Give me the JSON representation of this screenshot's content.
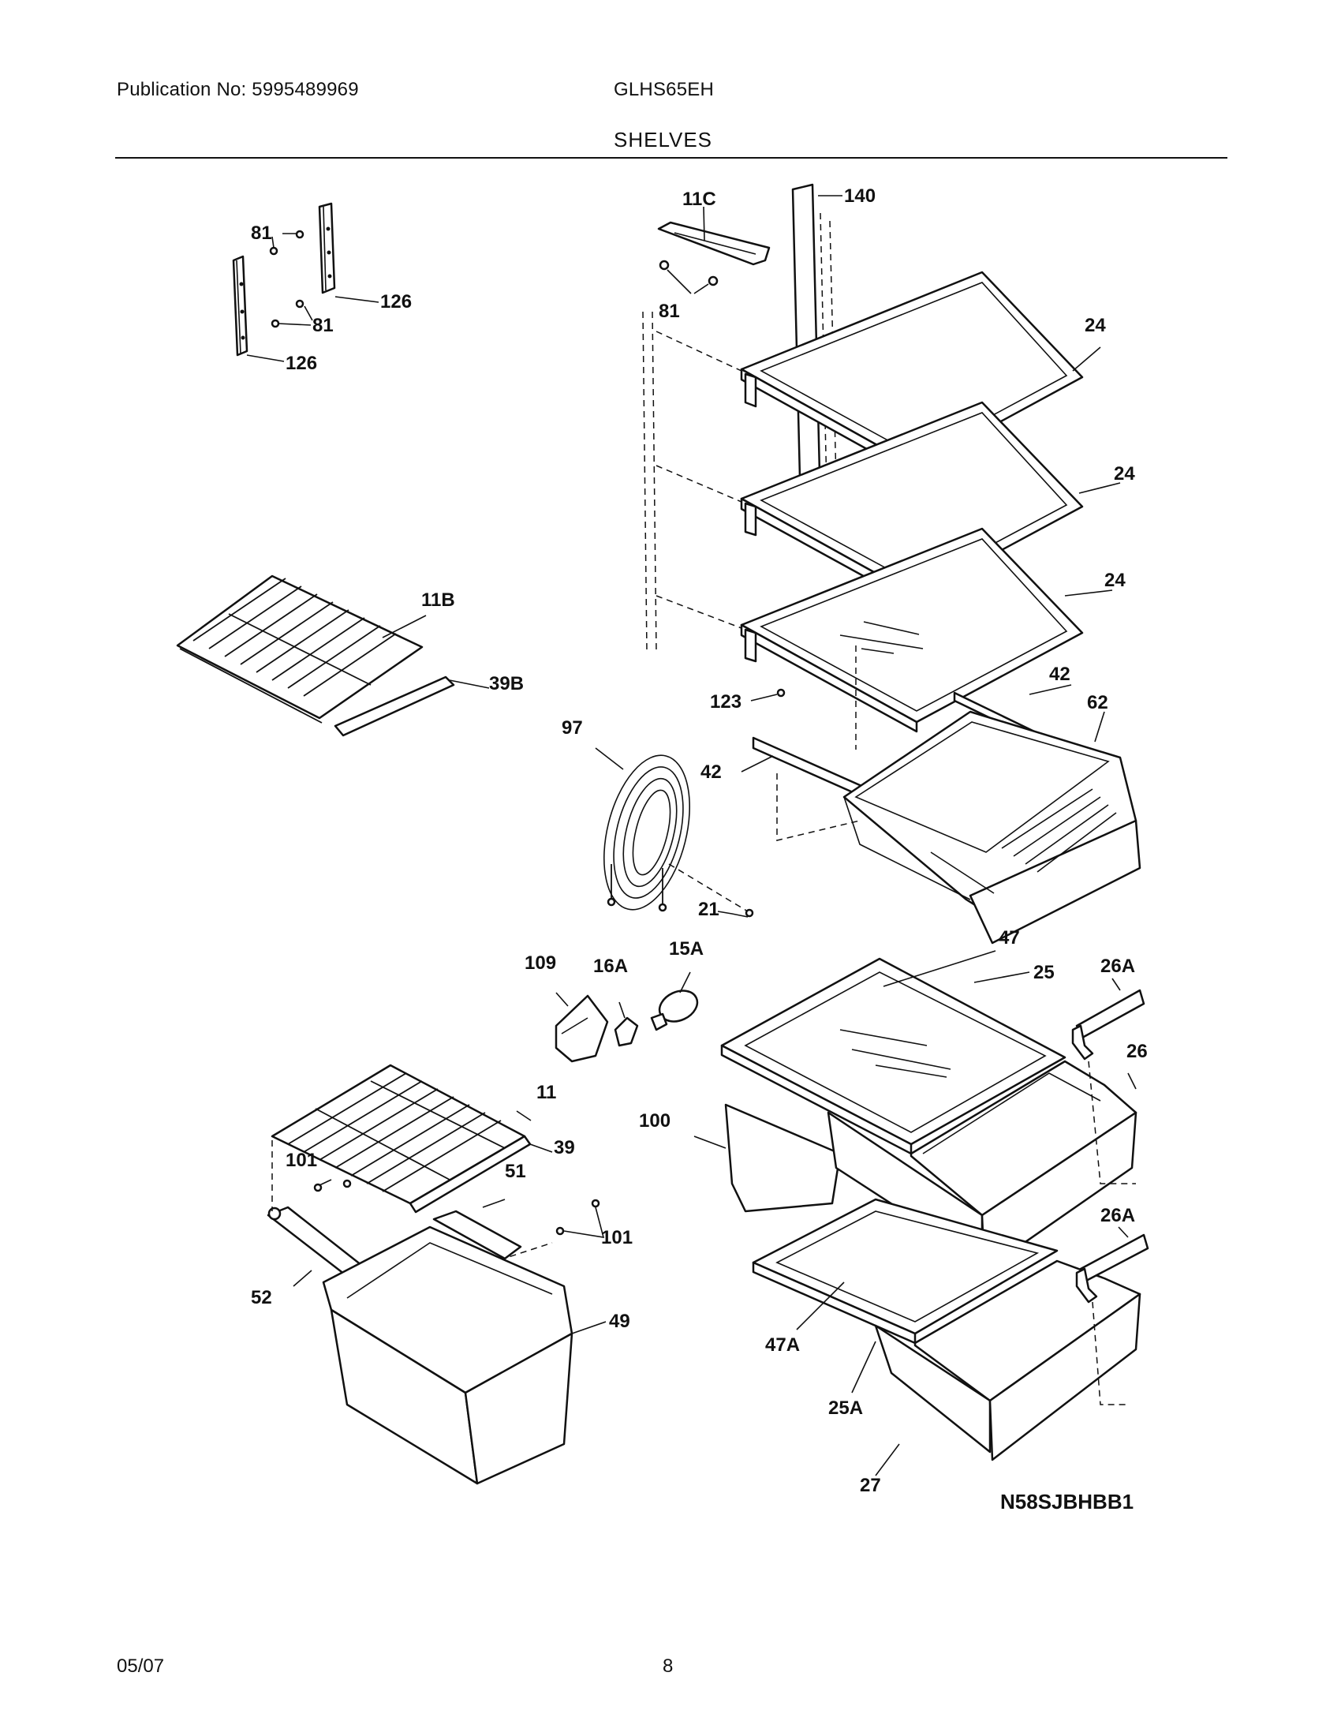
{
  "header": {
    "publication": "Publication No: 5995489969",
    "model": "GLHS65EH",
    "section": "SHELVES"
  },
  "footer": {
    "date": "05/07",
    "page": "8"
  },
  "diagram_code": "N58SJBHBB1",
  "callouts": {
    "c81a": "81",
    "c126a": "126",
    "c81b": "81",
    "c126b": "126",
    "c11C": "11C",
    "c81c": "81",
    "c140": "140",
    "c24a": "24",
    "c24b": "24",
    "c24c": "24",
    "c11B": "11B",
    "c39B": "39B",
    "c123": "123",
    "c42a": "42",
    "c62": "62",
    "c97": "97",
    "c42b": "42",
    "c21": "21",
    "c109": "109",
    "c16A": "16A",
    "c15A": "15A",
    "c47": "47",
    "c25": "25",
    "c26Aa": "26A",
    "c26": "26",
    "c11": "11",
    "c39": "39",
    "c100": "100",
    "c101a": "101",
    "c51": "51",
    "c101b": "101",
    "c52": "52",
    "c49": "49",
    "c26Ab": "26A",
    "c47A": "47A",
    "c25A": "25A",
    "c27": "27"
  }
}
